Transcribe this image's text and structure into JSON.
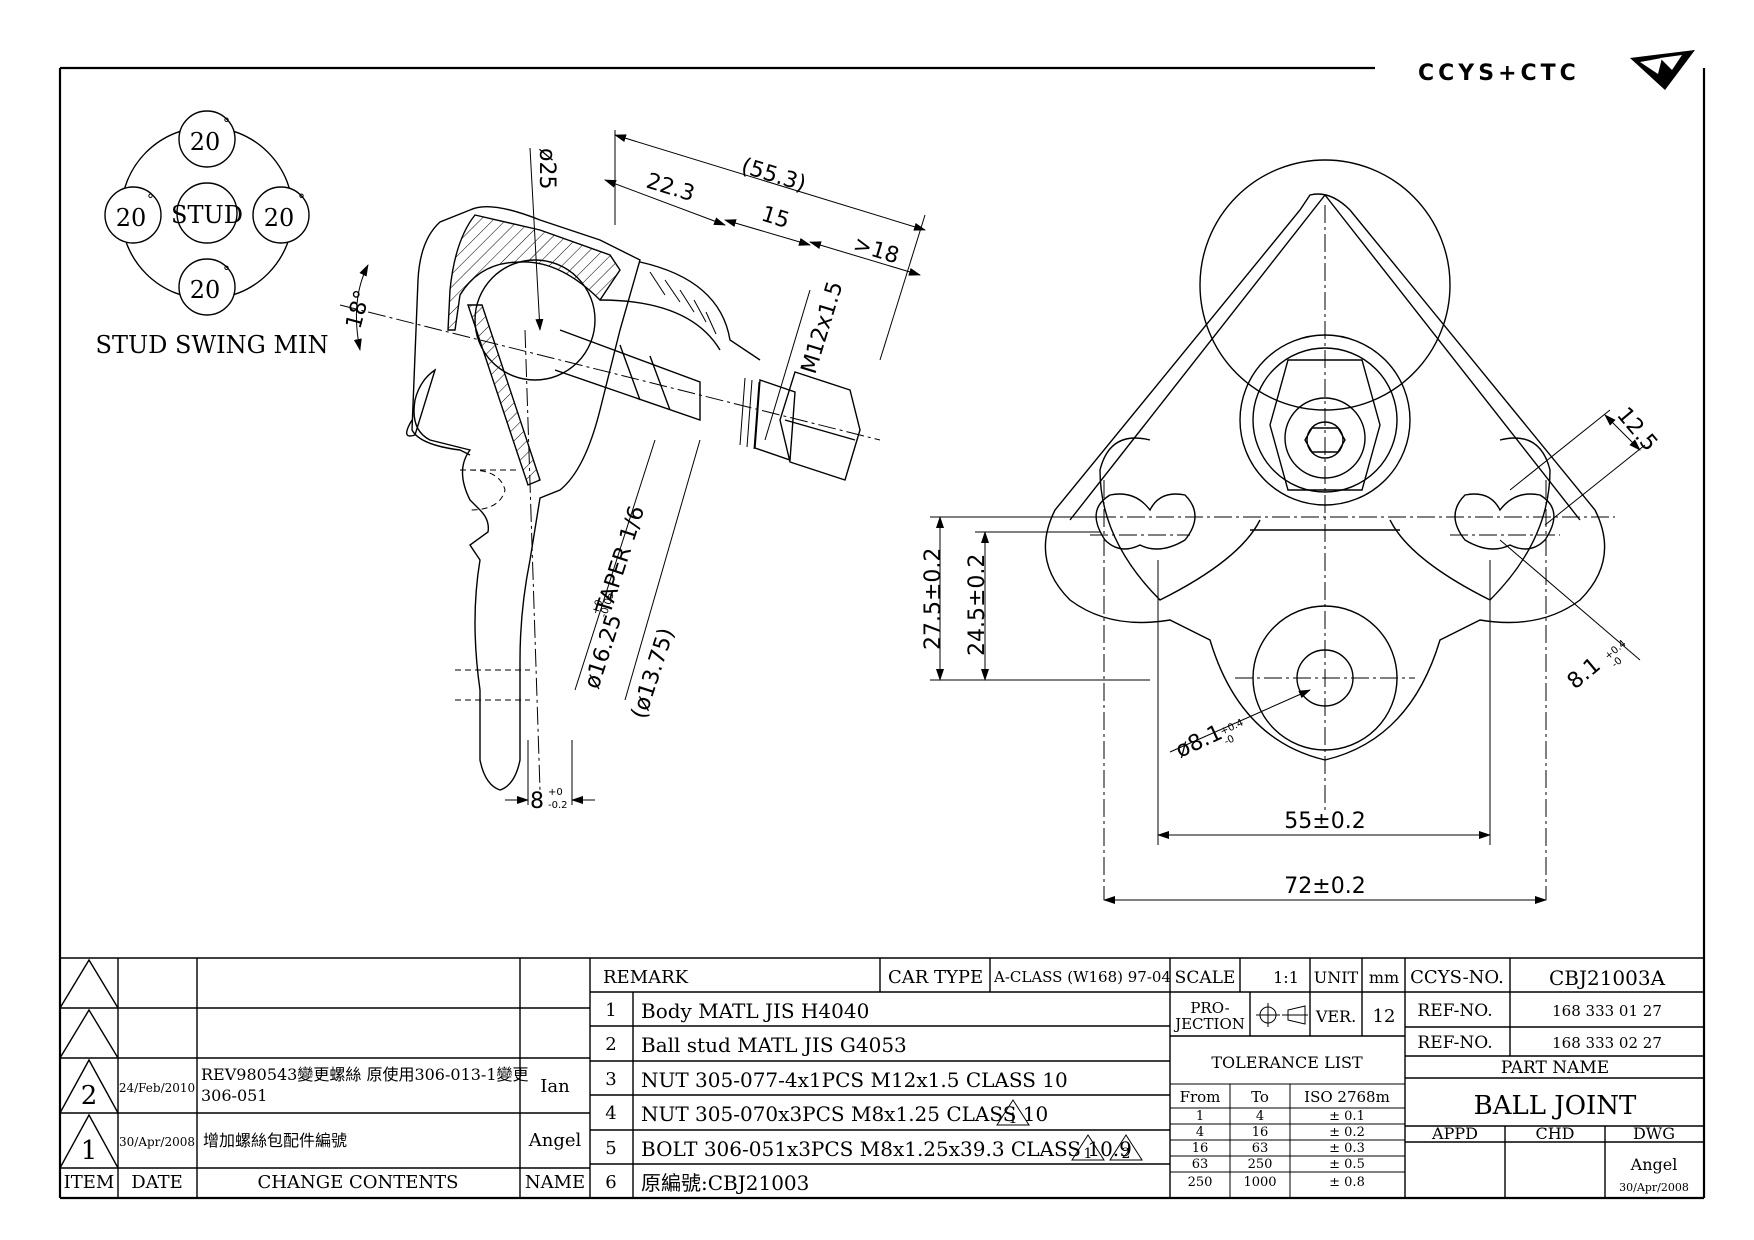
{
  "header": {
    "company_logo_text": "CCYS+CTC",
    "logo_mark": "wings-logo"
  },
  "swing_diagram": {
    "center_label": "STUD",
    "top_angle": "20",
    "left_angle": "20",
    "right_angle": "20",
    "bottom_angle": "20",
    "degree_symbol": "°",
    "caption": "STUD SWING MIN"
  },
  "side_view": {
    "dim_overall": "(55.3)",
    "dim_a": "22.3",
    "dim_b": "15",
    "dim_c": ">18",
    "dim_dia_top": "ø25",
    "dim_thread": "M12x1.5",
    "dim_angle": "18°",
    "dim_taper": "TAPER 1/6",
    "dim_dia_taper": "ø16.25",
    "dim_dia_taper_tol_up": "+0",
    "dim_dia_taper_tol_dn": "-0.05",
    "dim_dia_ref": "(ø13.75)",
    "dim_arm_w": "8",
    "dim_arm_w_tol_up": "+0",
    "dim_arm_w_tol_dn": "-0.2"
  },
  "top_view": {
    "dim_h1": "27.5±0.2",
    "dim_h2": "24.5±0.2",
    "dim_w1": "55±0.2",
    "dim_w2": "72±0.2",
    "dim_slot": "12.5",
    "dim_hole_r": "8.1",
    "dim_hole_r_tol_up": "+0.4",
    "dim_hole_r_tol_dn": "-0",
    "dim_hole_l": "ø8.1",
    "dim_hole_l_tol_up": "+0.4",
    "dim_hole_l_tol_dn": "-0"
  },
  "revision_table": {
    "headers": {
      "item": "ITEM",
      "date": "DATE",
      "contents": "CHANGE CONTENTS",
      "name": "NAME"
    },
    "rows": [
      {
        "item": "",
        "date": "",
        "contents": "",
        "name": ""
      },
      {
        "item": "",
        "date": "",
        "contents": "",
        "name": ""
      },
      {
        "item": "2",
        "date": "24/Feb/2010",
        "contents_line1": "REV980543變更螺絲 原使用306-013-1變更",
        "contents_line2": "306-051",
        "name": "Ian"
      },
      {
        "item": "1",
        "date": "30/Apr/2008",
        "contents_line1": "增加螺絲包配件編號",
        "contents_line2": "",
        "name": "Angel"
      }
    ]
  },
  "remark_table": {
    "title": "REMARK",
    "car_type_label": "CAR TYPE",
    "car_type_value": "A-CLASS (W168) 97-04",
    "rows": [
      {
        "no": "1",
        "text": "Body MATL JIS H4040",
        "marks": []
      },
      {
        "no": "2",
        "text": "Ball stud MATL JIS G4053",
        "marks": []
      },
      {
        "no": "3",
        "text": "NUT 305-077-4x1PCS M12x1.5 CLASS 10",
        "marks": []
      },
      {
        "no": "4",
        "text": "NUT 305-070x3PCS M8x1.25 CLASS 10",
        "marks": [
          "1"
        ]
      },
      {
        "no": "5",
        "text": "BOLT 306-051x3PCS M8x1.25x39.3 CLASS 10.9",
        "marks": [
          "1",
          "2"
        ]
      },
      {
        "no": "6",
        "text": "原編號:CBJ21003",
        "marks": []
      }
    ]
  },
  "info_block": {
    "scale_label": "SCALE",
    "scale_value": "1:1",
    "unit_label": "UNIT",
    "unit_value": "mm",
    "projection_label_1": "PRO-",
    "projection_label_2": "JECTION",
    "ver_label": "VER.",
    "ver_value": "12",
    "tolerance_title": "TOLERANCE LIST",
    "tol_headers": {
      "from": "From",
      "to": "To",
      "iso": "ISO 2768m"
    },
    "tolerances": [
      {
        "from": "1",
        "to": "4",
        "tol": "± 0.1"
      },
      {
        "from": "4",
        "to": "16",
        "tol": "± 0.2"
      },
      {
        "from": "16",
        "to": "63",
        "tol": "± 0.3"
      },
      {
        "from": "63",
        "to": "250",
        "tol": "± 0.5"
      },
      {
        "from": "250",
        "to": "1000",
        "tol": "± 0.8"
      }
    ]
  },
  "title_block": {
    "ccys_no_label": "CCYS-NO.",
    "ccys_no_value": "CBJ21003A",
    "ref_no_label_1": "REF-NO.",
    "ref_no_value_1": "168 333 01 27",
    "ref_no_label_2": "REF-NO.",
    "ref_no_value_2": "168 333 02 27",
    "part_name_label": "PART NAME",
    "part_name_value": "BALL JOINT",
    "appd_label": "APPD",
    "chd_label": "CHD",
    "dwg_label": "DWG",
    "dwg_name": "Angel",
    "dwg_date": "30/Apr/2008"
  }
}
